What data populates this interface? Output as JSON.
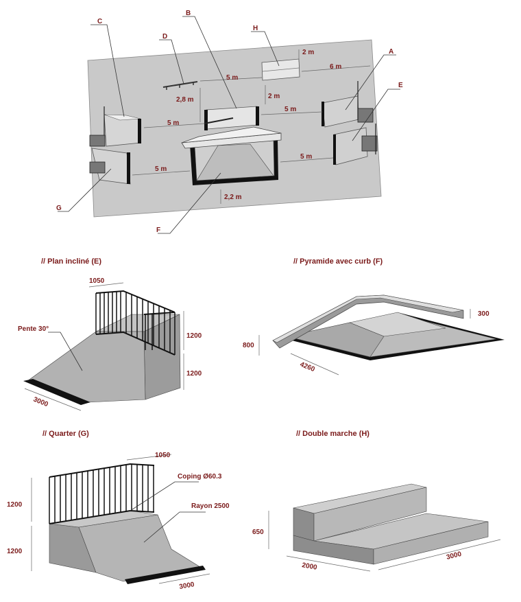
{
  "plan": {
    "letters": {
      "a": "A",
      "b": "B",
      "c": "C",
      "d": "D",
      "e": "E",
      "f": "F",
      "g": "G",
      "h": "H"
    },
    "distances": {
      "d_h_top": "2 m",
      "d_h_right": "6 m",
      "d_d_b": "5 m",
      "d_h_b": "2 m",
      "d_d_vert": "2,8 m",
      "d_c_b": "5 m",
      "d_b_a": "5 m",
      "d_g_f": "5 m",
      "d_f_e": "5 m",
      "d_f_bottom": "2,2 m"
    }
  },
  "sections": {
    "e": {
      "title": "// Plan incliné (E)",
      "w": "1050",
      "slope": "Pente 30°",
      "h_top": "1200",
      "h_bottom": "1200",
      "len": "3000"
    },
    "f": {
      "title": "// Pyramide avec curb (F)",
      "curb": "300",
      "h": "800",
      "len": "4260"
    },
    "g": {
      "title": "// Quarter (G)",
      "w": "1050",
      "coping": "Coping Ø60.3",
      "radius": "Rayon 2500",
      "h_top": "1200",
      "h_bottom": "1200",
      "len": "3000"
    },
    "h": {
      "title": "// Double marche (H)",
      "h": "650",
      "w": "2000",
      "len": "3000"
    }
  }
}
